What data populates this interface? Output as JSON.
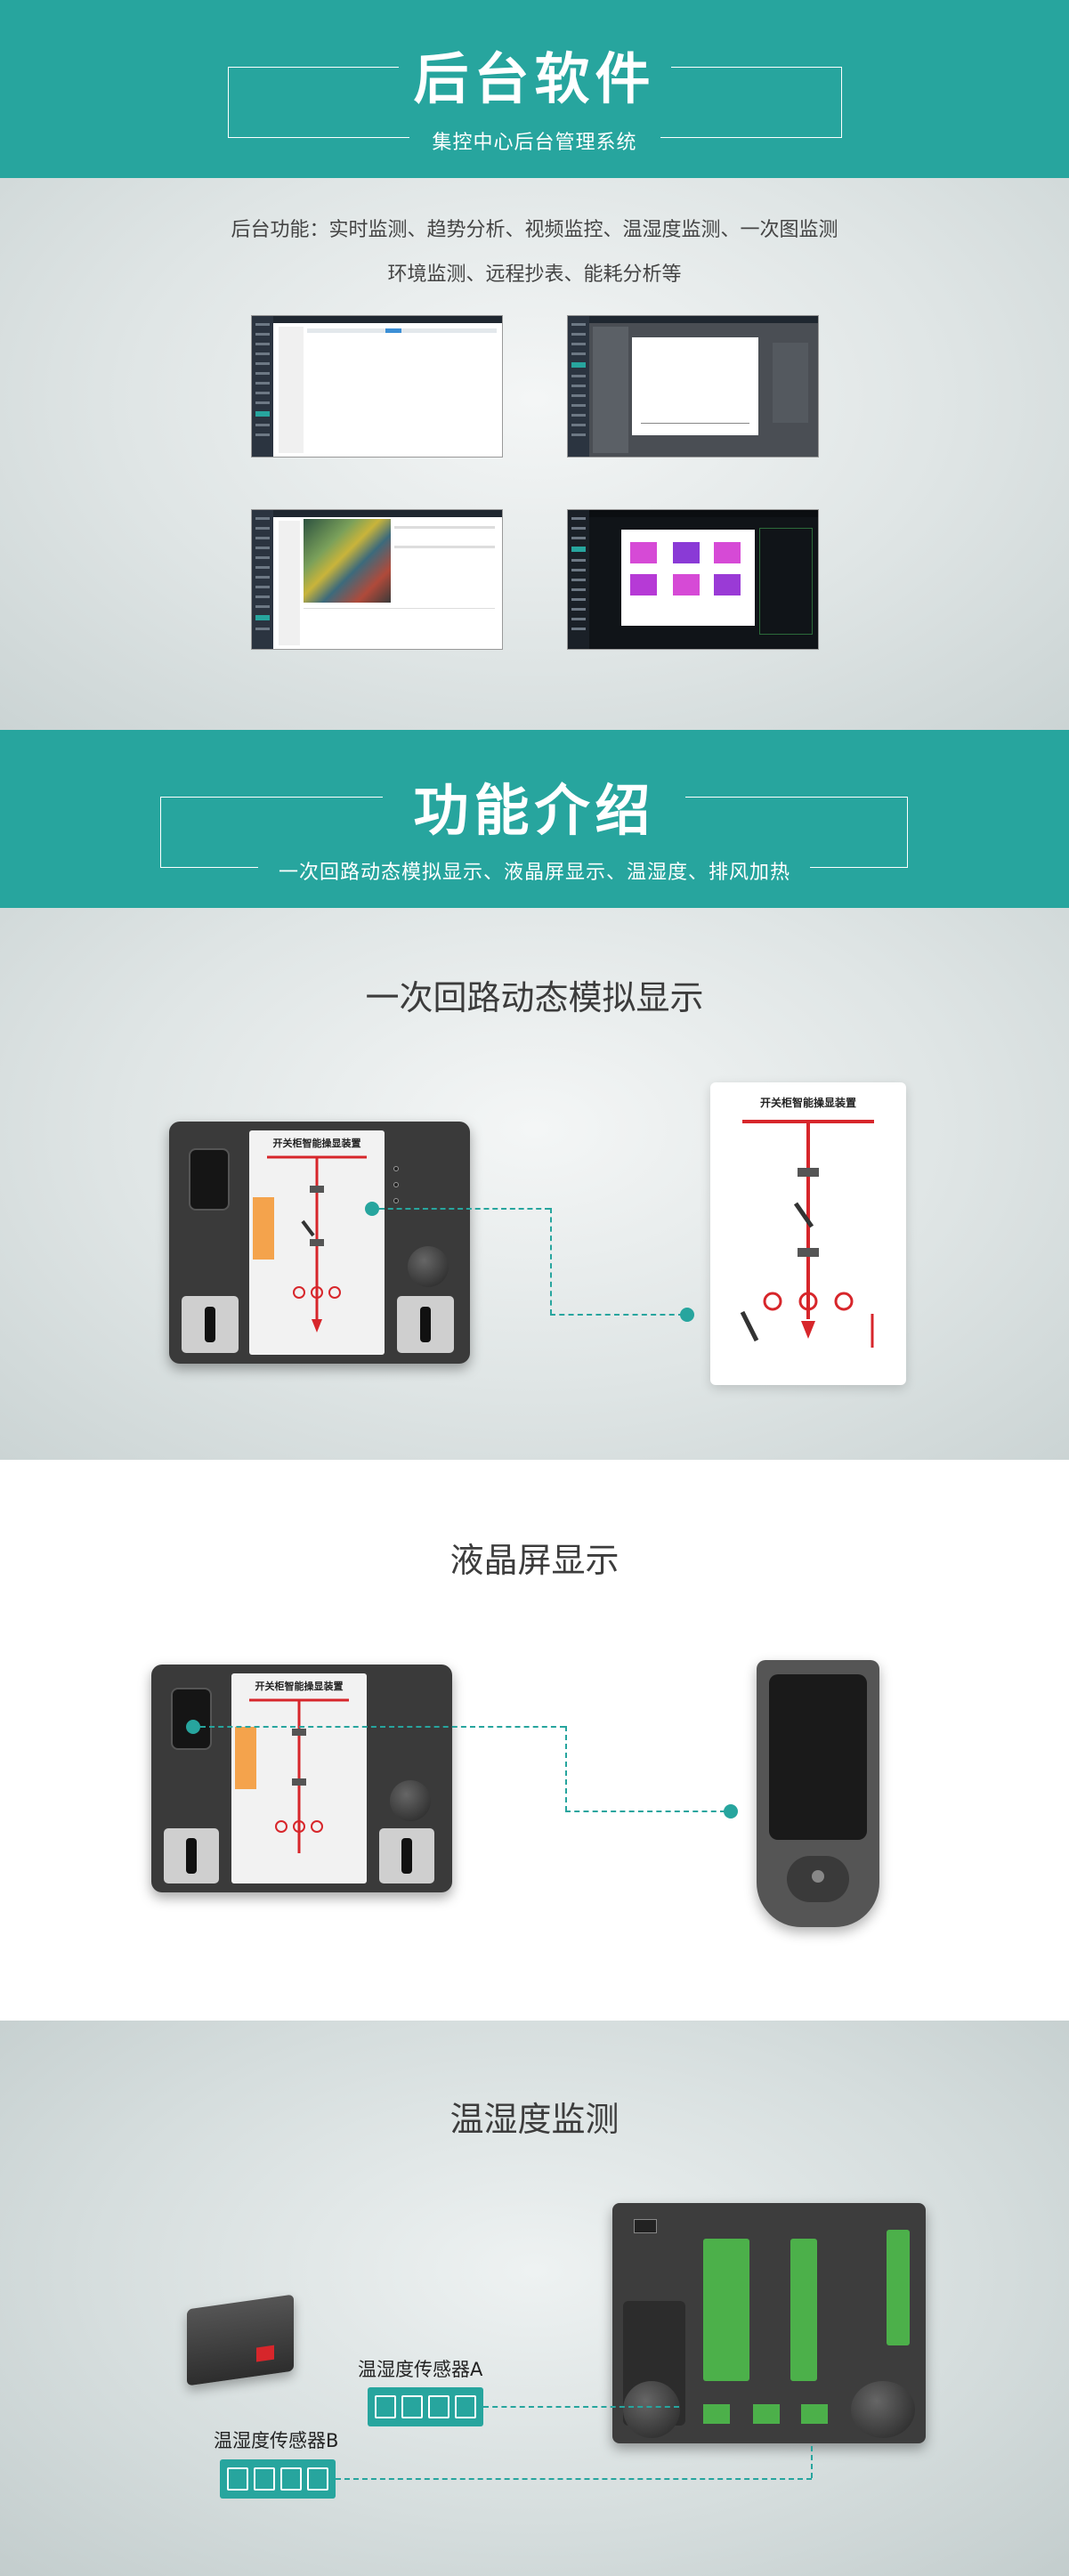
{
  "backend": {
    "title": "后台软件",
    "subtitle": "集控中心后台管理系统",
    "desc_line1": "后台功能：实时监测、趋势分析、视频监控、温湿度监测、一次图监测",
    "desc_line2": "环境监测、远程抄表、能耗分析等"
  },
  "features": {
    "title": "功能介绍",
    "subtitle": "一次回路动态模拟显示、液晶屏显示、温湿度、排风加热"
  },
  "section1": {
    "title": "一次回路动态模拟显示"
  },
  "section2": {
    "title": "液晶屏显示"
  },
  "section3": {
    "title": "温湿度监测",
    "sensor_a": "温湿度传感器A",
    "sensor_b": "温湿度传感器B"
  },
  "device": {
    "panel_title": "开关柜智能操显装置"
  },
  "colors": {
    "accent": "#27a59e",
    "device_body": "#3a3a3a",
    "diagram_red": "#d7262b"
  }
}
